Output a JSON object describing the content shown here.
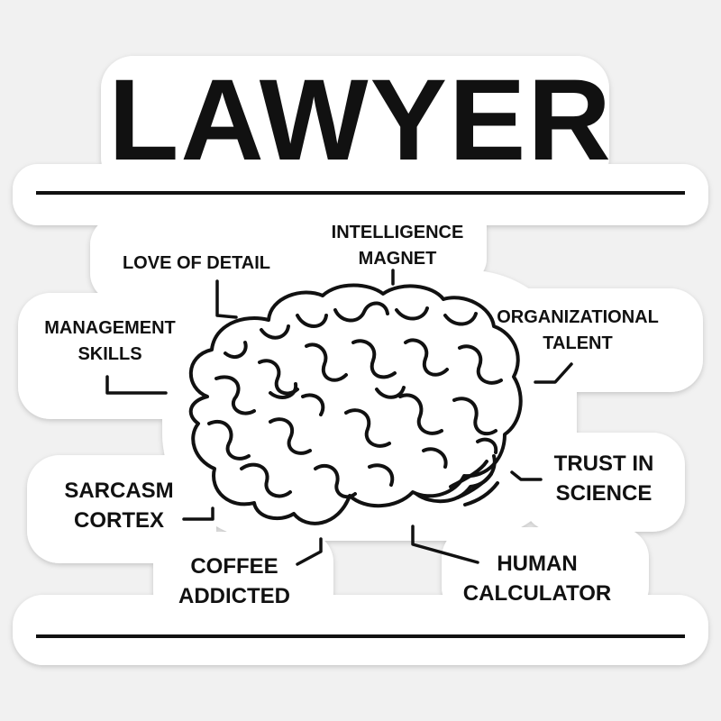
{
  "title": "LAWYER",
  "labels": {
    "love_of_detail": [
      "LOVE OF DETAIL"
    ],
    "intelligence_magnet": [
      "INTELLIGENCE",
      "MAGNET"
    ],
    "organizational_talent": [
      "ORGANIZATIONAL",
      "TALENT"
    ],
    "management_skills": [
      "MANAGEMENT",
      "SKILLS"
    ],
    "trust_in_science": [
      "TRUST IN",
      "SCIENCE"
    ],
    "sarcasm_cortex": [
      "SARCASM",
      "CORTEX"
    ],
    "coffee_addicted": [
      "COFFEE",
      "ADDICTED"
    ],
    "human_calculator": [
      "HUMAN",
      "CALCULATOR"
    ]
  },
  "colors": {
    "ink": "#111111",
    "sticker": "#ffffff",
    "background": "#f1f1f1"
  },
  "icons": {
    "center": "brain-icon"
  }
}
